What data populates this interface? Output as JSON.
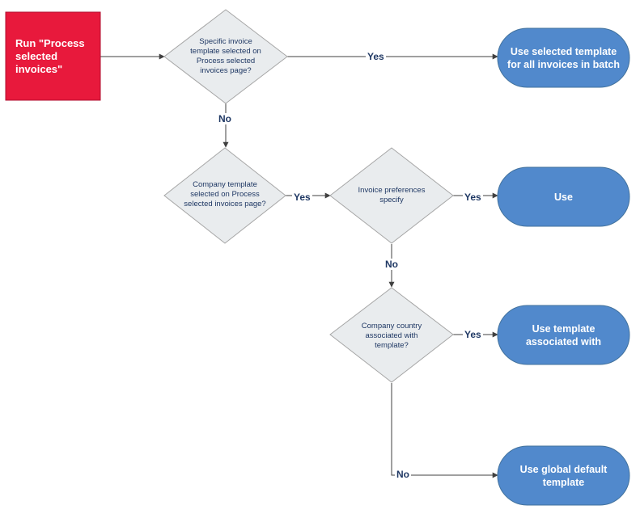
{
  "colors": {
    "start_fill": "#e8193c",
    "decision_fill": "#e9ecee",
    "decision_stroke": "#a6a6a6",
    "terminal_fill": "#5189cc",
    "terminal_stroke": "#41719c",
    "label_text": "#1f3864"
  },
  "nodes": {
    "start": {
      "text": "Run \"Process selected invoices\""
    },
    "decision_specific": {
      "text": "Specific invoice template selected on Process selected invoices page?"
    },
    "decision_company": {
      "text": "Company template selected on Process selected invoices page?"
    },
    "decision_prefs": {
      "text": "Invoice preferences specify"
    },
    "decision_country": {
      "text": "Company country associated with template?"
    },
    "term_selected": {
      "text": "Use selected template for all invoices in batch"
    },
    "term_use": {
      "text": "Use"
    },
    "term_associated": {
      "text": "Use template associated with"
    },
    "term_global": {
      "text": "Use global default template"
    }
  },
  "edges": {
    "specific_yes": "Yes",
    "specific_no": "No",
    "company_yes": "Yes",
    "prefs_yes": "Yes",
    "prefs_no": "No",
    "country_yes": "Yes",
    "country_no": "No"
  }
}
